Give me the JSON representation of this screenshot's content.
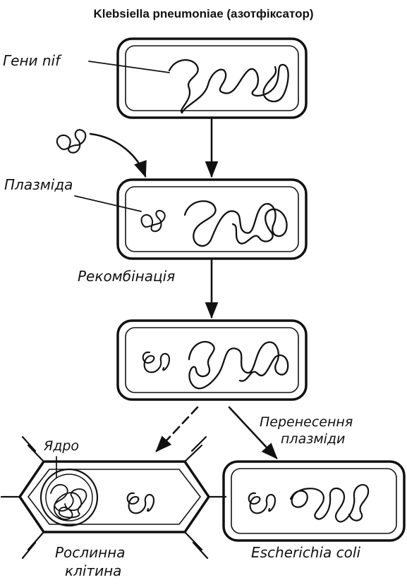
{
  "title": "Klebsiella pneumoniae (азотфіксатор)",
  "labels": {
    "genes": "Гени  nif",
    "plasmid": "Плазміда",
    "recombination": "Рекомбінація",
    "transfer_line1": "Перенесення",
    "transfer_line2": "плазміди",
    "nucleus": "Ядро",
    "plant_cell_line1": "Рослинна",
    "plant_cell_line2": "клітина",
    "ecoli": "Escherichia  coli"
  },
  "colors": {
    "ink": "#111111",
    "background": "#ffffff"
  }
}
